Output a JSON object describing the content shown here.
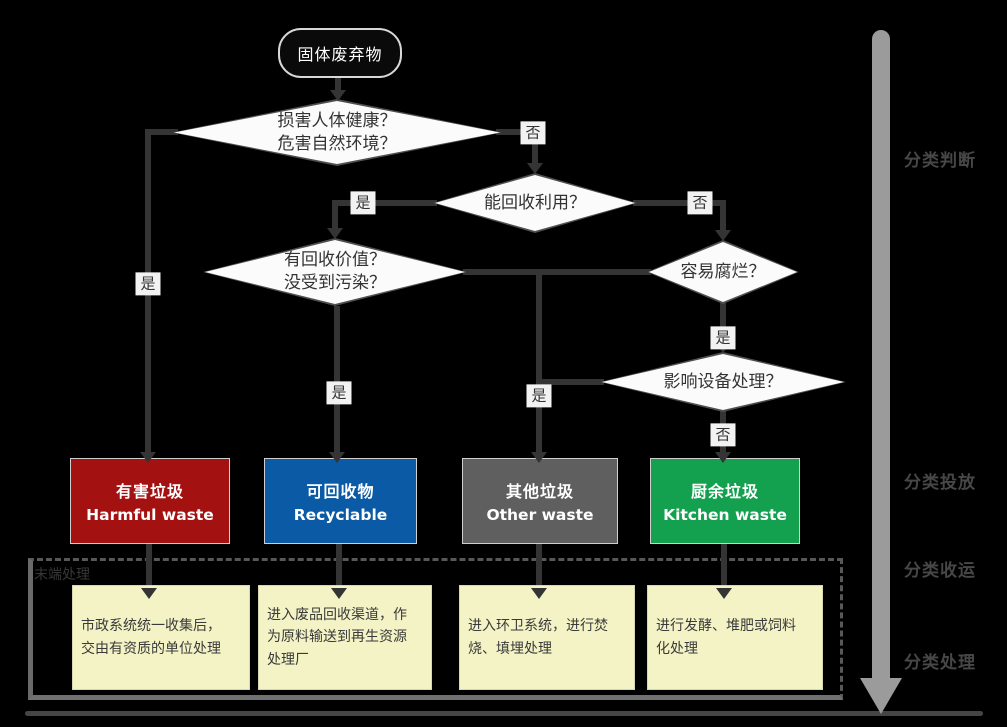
{
  "palette": {
    "background": "#000000",
    "connector": "#343434",
    "diamond_fill": "#fbfbfb",
    "note_fill": "#f3f3c5",
    "timeline_arrow": "#9b9b9b"
  },
  "flow": {
    "start": {
      "label": "固体废弃物"
    },
    "decisions": [
      {
        "line1": "损害人体健康？",
        "line2": "危害自然环境？"
      },
      {
        "line1": "能回收利用？",
        "line2": ""
      },
      {
        "line1": "有回收价值？",
        "line2": "没受到污染？"
      },
      {
        "line1": "容易腐烂？",
        "line2": ""
      },
      {
        "line1": "影响设备处理？",
        "line2": ""
      }
    ],
    "edge_labels": {
      "yes": "是",
      "no": "否"
    },
    "bins": [
      {
        "zh": "有害垃圾",
        "en": "Harmful waste",
        "color": "#a31111"
      },
      {
        "zh": "可回收物",
        "en": "Recyclable",
        "color": "#0b5aa5"
      },
      {
        "zh": "其他垃圾",
        "en": "Other waste",
        "color": "#5f5f5f"
      },
      {
        "zh": "厨余垃圾",
        "en": "Kitchen waste",
        "color": "#13a04f"
      }
    ],
    "treatments": [
      "市政系统统一收集后，\n交由有资质的单位处理",
      "进入废品回收渠道，作\n为原料输送到再生资源\n处理厂",
      "进入环卫系统，进行焚\n烧、填埋处理",
      "进行发酵、堆肥或饲料\n化处理"
    ],
    "container_label": "末端处理",
    "timeline_labels": [
      "分类判断",
      "分类投放",
      "分类收运",
      "分类处理"
    ]
  }
}
